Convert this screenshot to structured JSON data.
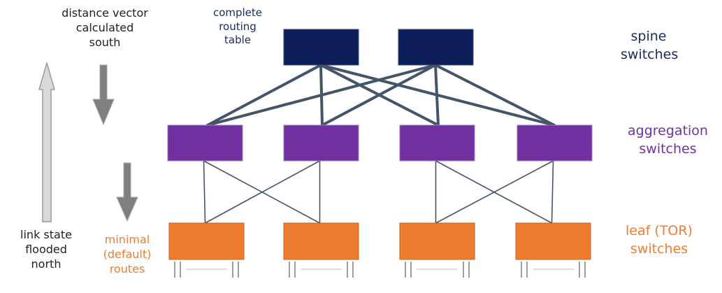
{
  "colors": {
    "spine": "#0d1e5a",
    "aggregation": "#7030a0",
    "leaf": "#ed7d31",
    "link": "#44546a",
    "arrow_light": "#d9d9d9",
    "arrow_dark": "#7f7f7f",
    "navy_text": "#1b2a5c",
    "purple_text": "#7030a0",
    "orange_text": "#ed7d31"
  },
  "labels": {
    "distance_vector": "distance vector\ncalculated\nsouth",
    "complete_routing": "complete\nrouting\ntable",
    "link_state": "link state\nflooded\nnorth",
    "minimal_routes": "minimal\n(default)\nroutes"
  },
  "tiers": {
    "spine": "spine\nswitches",
    "aggregation": "aggregation\nswitches",
    "leaf": "leaf (TOR)\nswitches"
  },
  "diagram": {
    "spine_count": 2,
    "aggregation_count": 4,
    "leaf_count": 4,
    "spine_links": [
      [
        0,
        0
      ],
      [
        0,
        1
      ],
      [
        0,
        2
      ],
      [
        0,
        3
      ],
      [
        1,
        0
      ],
      [
        1,
        1
      ],
      [
        1,
        2
      ],
      [
        1,
        3
      ]
    ],
    "pod_links": [
      [
        0,
        0
      ],
      [
        0,
        1
      ],
      [
        1,
        0
      ],
      [
        1,
        1
      ],
      [
        2,
        2
      ],
      [
        2,
        3
      ],
      [
        3,
        2
      ],
      [
        3,
        3
      ]
    ]
  },
  "arrows": [
    {
      "name": "link-state-north-arrow",
      "direction": "up",
      "style": "light"
    },
    {
      "name": "distance-vector-south-arrow",
      "direction": "down",
      "style": "dark"
    },
    {
      "name": "default-routes-south-arrow",
      "direction": "down",
      "style": "dark"
    }
  ]
}
